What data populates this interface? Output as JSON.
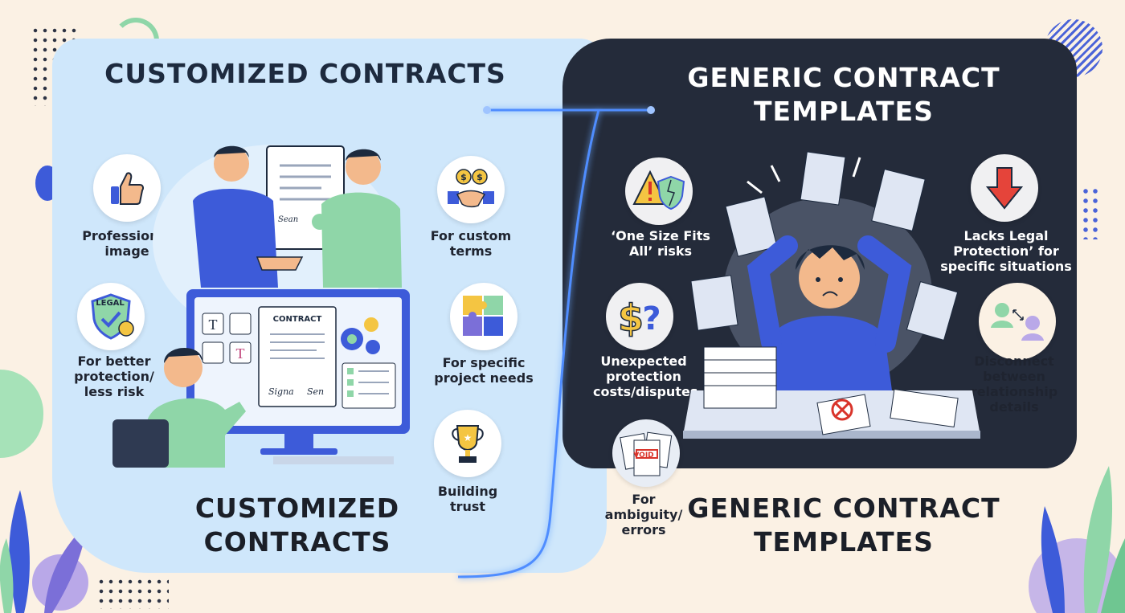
{
  "left": {
    "title_top": "CUSTOMIZED CONTRACTS",
    "title_bottom": "CUSTOMIZED CONTRACTS",
    "features": [
      {
        "label": "Professional image",
        "icon": "thumbs-up-icon"
      },
      {
        "label": "For better protection/ less risk",
        "icon": "legal-shield-icon",
        "badge": "LEGAL"
      },
      {
        "label": "For custom terms",
        "icon": "handshake-icon"
      },
      {
        "label": "For specific project needs",
        "icon": "puzzle-icon"
      },
      {
        "label": "Building trust",
        "icon": "trophy-icon"
      }
    ],
    "monitor_doc_title": "CONTRACT",
    "signatures": [
      "Signa",
      "Sen",
      "Sean"
    ]
  },
  "right": {
    "title_top": "GENERIC CONTRACT TEMPLATES",
    "title_bottom": "GENERIC CONTRACT TEMPLATES",
    "features": [
      {
        "label": "‘One Size Fits All’ risks",
        "icon": "warning-shield-icon"
      },
      {
        "label": "Unexpected protection costs/disputes",
        "icon": "dollar-question-icon"
      },
      {
        "label": "For ambiguity/ errors",
        "icon": "void-documents-icon",
        "badge": "VOID"
      },
      {
        "label": "Lacks Legal Protection’ for specific situations",
        "icon": "down-arrow-icon"
      },
      {
        "label": "Disconnect between relationship details",
        "icon": "disconnected-people-icon"
      }
    ]
  },
  "colors": {
    "background": "#fbf1e4",
    "left_panel": "#cfe7fb",
    "right_panel": "#242b3a",
    "accent_blue": "#3d5bd9",
    "accent_green": "#8fd6a8",
    "glow": "#4f8dff"
  }
}
